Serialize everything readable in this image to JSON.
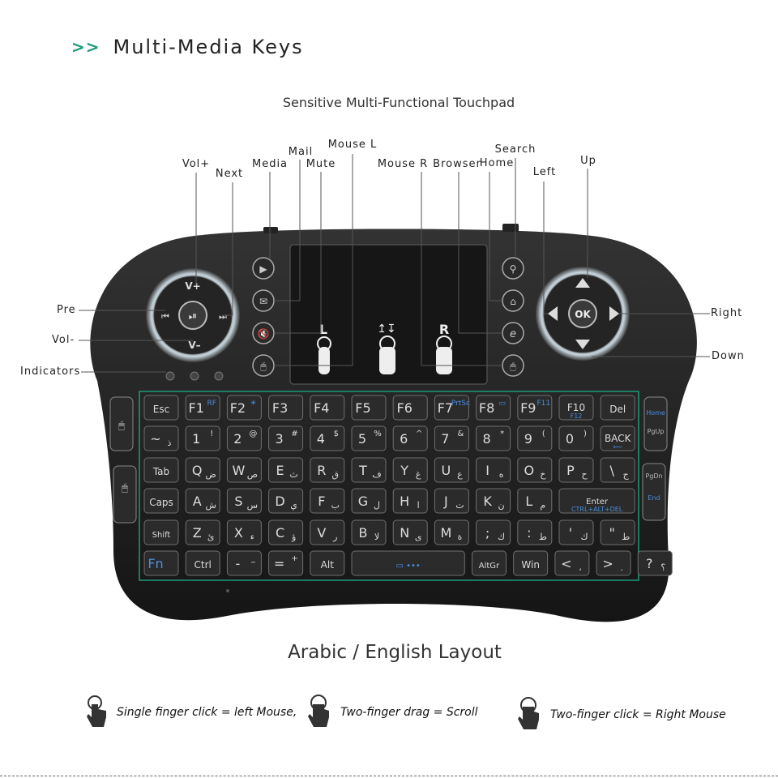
{
  "header": {
    "chevron": ">>",
    "title": "Multi-Media Keys"
  },
  "subtitle": "Sensitive Multi-Functional Touchpad",
  "labels": {
    "vol_plus": "Vol+",
    "next": "Next",
    "media": "Media",
    "mail": "Mail",
    "mute": "Mute",
    "mouse_l": "Mouse L",
    "mouse_r": "Mouse R",
    "browser": "Browser",
    "home": "Home",
    "search": "Search",
    "left": "Left",
    "up": "Up",
    "pre": "Pre",
    "vol_minus": "Vol-",
    "indicators": "Indicators",
    "right": "Right",
    "down": "Down"
  },
  "device": {
    "dpad": {
      "center": "OK"
    },
    "vol_dial": {
      "top": "V+",
      "bottom": "V–"
    },
    "touchpad": {
      "left": "L",
      "right": "R",
      "scroll": "↥↧"
    }
  },
  "keyboard_rows": [
    [
      {
        "m": "Esc"
      },
      {
        "m": "F1",
        "s": "RF"
      },
      {
        "m": "F2",
        "s": "☀"
      },
      {
        "m": "F3"
      },
      {
        "m": "F4"
      },
      {
        "m": "F5"
      },
      {
        "m": "F6"
      },
      {
        "m": "F7",
        "s": "PrtSc"
      },
      {
        "m": "F8",
        "s": "▭"
      },
      {
        "m": "F9",
        "s": "F11"
      },
      {
        "m": "F10",
        "s": "F12"
      },
      {
        "m": "Del"
      }
    ],
    [
      {
        "m": "~",
        "a": "ذ"
      },
      {
        "m": "1",
        "s": "!"
      },
      {
        "m": "2",
        "s": "@"
      },
      {
        "m": "3",
        "s": "#"
      },
      {
        "m": "4",
        "s": "$"
      },
      {
        "m": "5",
        "s": "%"
      },
      {
        "m": "6",
        "s": "^"
      },
      {
        "m": "7",
        "s": "&"
      },
      {
        "m": "8",
        "s": "*"
      },
      {
        "m": "9",
        "s": "("
      },
      {
        "m": "0",
        "s": ")"
      },
      {
        "m": "BACK",
        "s": "⟵"
      }
    ],
    [
      {
        "m": "Tab"
      },
      {
        "m": "Q",
        "a": "ض"
      },
      {
        "m": "W",
        "a": "ص"
      },
      {
        "m": "E",
        "a": "ث"
      },
      {
        "m": "R",
        "a": "ق"
      },
      {
        "m": "T",
        "a": "ف"
      },
      {
        "m": "Y",
        "a": "غ"
      },
      {
        "m": "U",
        "a": "ع"
      },
      {
        "m": "I",
        "a": "ه"
      },
      {
        "m": "O",
        "a": "خ"
      },
      {
        "m": "P",
        "a": "ح"
      },
      {
        "m": "\\",
        "a": "ج"
      }
    ],
    [
      {
        "m": "Caps"
      },
      {
        "m": "A",
        "a": "ش"
      },
      {
        "m": "S",
        "a": "س"
      },
      {
        "m": "D",
        "a": "ي"
      },
      {
        "m": "F",
        "a": "ب"
      },
      {
        "m": "G",
        "a": "ل"
      },
      {
        "m": "H",
        "a": "ا"
      },
      {
        "m": "J",
        "a": "ت"
      },
      {
        "m": "K",
        "a": "ن"
      },
      {
        "m": "L",
        "a": "م"
      },
      {
        "m": "Enter",
        "s": "CTRL+ALT+DEL",
        "wide": true
      }
    ],
    [
      {
        "m": "Shift"
      },
      {
        "m": "Z",
        "a": "ئ"
      },
      {
        "m": "X",
        "a": "ء"
      },
      {
        "m": "C",
        "a": "ؤ"
      },
      {
        "m": "V",
        "a": "ر"
      },
      {
        "m": "B",
        "a": "لا"
      },
      {
        "m": "N",
        "a": "ى"
      },
      {
        "m": "M",
        "a": "ة"
      },
      {
        "m": ";",
        "a": "ك"
      },
      {
        "m": ":",
        "a": "ط"
      },
      {
        "m": "'",
        "a": "ك"
      },
      {
        "m": "\"",
        "a": "ط"
      }
    ],
    [
      {
        "m": "Fn",
        "blue": true
      },
      {
        "m": "Ctrl"
      },
      {
        "m": "-",
        "s": "_"
      },
      {
        "m": "=",
        "s": "+"
      },
      {
        "m": "Alt"
      },
      {
        "m": "▭ •••",
        "space": true,
        "blue": true
      },
      {
        "m": "AltGr"
      },
      {
        "m": "Win"
      },
      {
        "m": "<",
        "a": "،"
      },
      {
        "m": ">",
        "a": "."
      },
      {
        "m": "?",
        "a": "؟"
      }
    ]
  ],
  "side_keys": {
    "home": "Home",
    "pgup": "PgUp",
    "pgdn": "PgDn",
    "end": "End"
  },
  "layout_caption": "Arabic / English Layout",
  "hints": [
    "Single finger click = left Mouse,",
    "Two-finger drag = Scroll",
    "Two-finger click = Right Mouse"
  ],
  "colors": {
    "accent": "#1e9a78",
    "body": "#1e1e1e",
    "key": "#2b2b2b",
    "key_text": "#dcdcdc",
    "blue_text": "#4a8fe0"
  }
}
